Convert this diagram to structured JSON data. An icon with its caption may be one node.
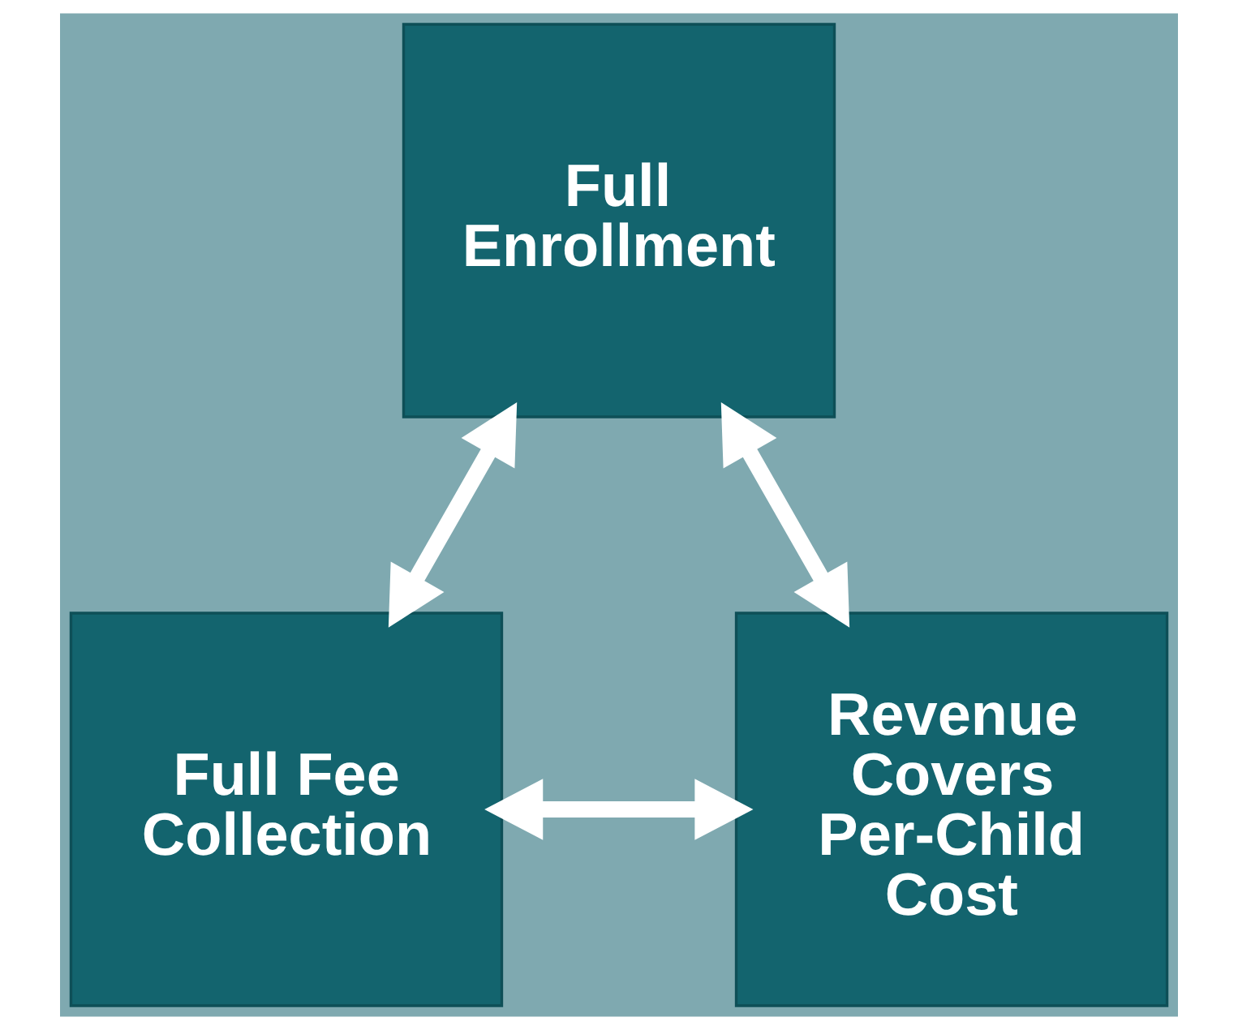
{
  "diagram": {
    "nodes": [
      {
        "text": [
          "Full Enrollment"
        ]
      },
      {
        "text": [
          "Full Fee Collection"
        ]
      },
      {
        "text": [
          "Revenue Covers Per-Child Cost"
        ]
      }
    ],
    "edges": [
      {
        "from": 0,
        "to": 1,
        "arrow": "both"
      },
      {
        "from": 0,
        "to": 2,
        "arrow": "both"
      },
      {
        "from": 1,
        "to": 2,
        "arrow": "both"
      }
    ]
  }
}
